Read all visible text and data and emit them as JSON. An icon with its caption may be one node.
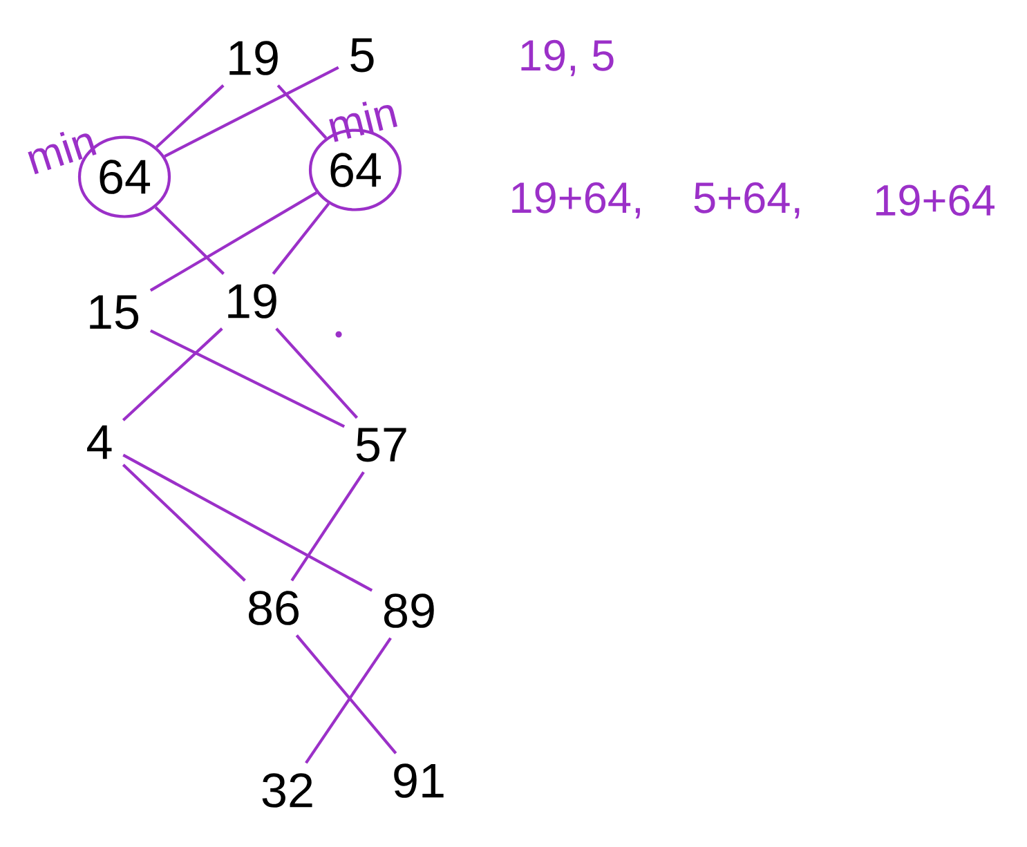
{
  "diagram": {
    "nodes": [
      {
        "text": [
          "19"
        ]
      },
      {
        "text": [
          "5"
        ]
      },
      {
        "text": [
          "64"
        ],
        "beside": [
          "min"
        ]
      },
      {
        "text": [
          "64"
        ],
        "beside": [
          "min"
        ]
      },
      {
        "text": [
          "15"
        ]
      },
      {
        "text": [
          "19"
        ]
      },
      {
        "text": [
          "4"
        ]
      },
      {
        "text": [
          "57"
        ]
      },
      {
        "text": [
          "86"
        ]
      },
      {
        "text": [
          "89"
        ]
      },
      {
        "text": [
          "32"
        ]
      },
      {
        "text": [
          "91"
        ]
      }
    ],
    "edges": [
      {
        "from": 0,
        "to": 2,
        "arrow": "none"
      },
      {
        "from": 0,
        "to": 3,
        "arrow": "none"
      },
      {
        "from": 1,
        "to": 2,
        "arrow": "none"
      },
      {
        "from": 2,
        "to": 5,
        "arrow": "none"
      },
      {
        "from": 3,
        "to": 4,
        "arrow": "none"
      },
      {
        "from": 3,
        "to": 5,
        "arrow": "none"
      },
      {
        "from": 5,
        "to": 6,
        "arrow": "none"
      },
      {
        "from": 5,
        "to": 7,
        "arrow": "none"
      },
      {
        "from": 4,
        "to": 7,
        "arrow": "none"
      },
      {
        "from": 6,
        "to": 8,
        "arrow": "none"
      },
      {
        "from": 6,
        "to": 9,
        "arrow": "none"
      },
      {
        "from": 7,
        "to": 8,
        "arrow": "none"
      },
      {
        "from": 8,
        "to": 11,
        "arrow": "none"
      },
      {
        "from": 9,
        "to": 10,
        "arrow": "none"
      }
    ],
    "labels": [
      "19, 5",
      "19+64,",
      "5+64,",
      "19+64"
    ]
  }
}
